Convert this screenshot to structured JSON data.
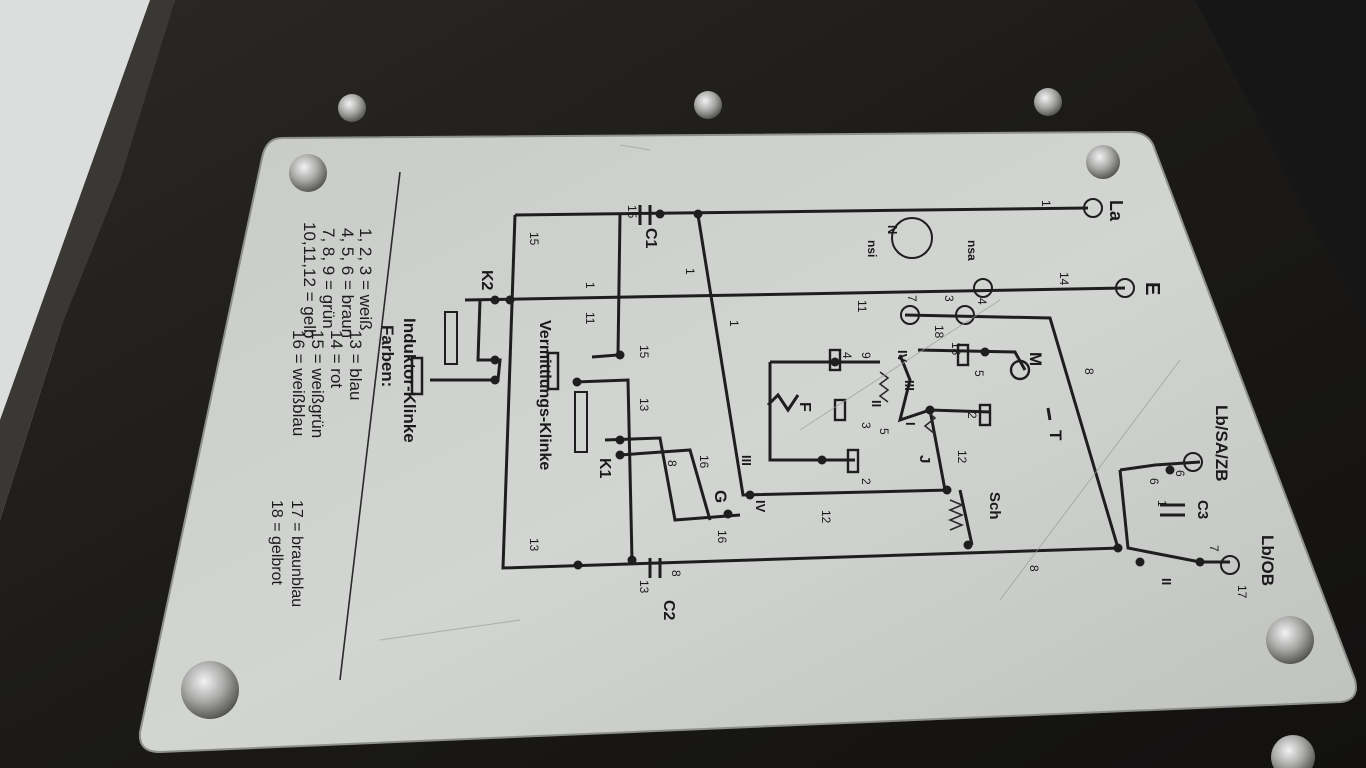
{
  "legend": {
    "left_col": [
      "1, 2, 3 = weiß",
      "4, 5, 6 = braun",
      "7, 8, 9 = grün",
      "10,11,12 = gelb"
    ],
    "title": "Farben:",
    "mid_col": [
      "13 = blau",
      "14 = rot",
      "15 = weißgrün",
      "16 = weißblau"
    ],
    "right_col": [
      "17 = braunblau",
      "18 = gelbrot"
    ]
  },
  "terminals": {
    "la": "La",
    "e": "E",
    "lb_sa_zb": "Lb/SA/ZB",
    "lb_ob": "Lb/OB"
  },
  "components": {
    "c1": "C1",
    "c2": "C2",
    "c3": "C3",
    "k1": "K1",
    "k2": "K2",
    "m": "M",
    "t": "T",
    "f": "F",
    "g": "G",
    "j": "J",
    "sch": "Sch",
    "nsa": "nsa",
    "nsi": "nsi",
    "n": "N"
  },
  "jacks": {
    "induktor": "Induktor-Klinke",
    "vermittlung": "Vermittlungs-Klinke"
  },
  "numbers": {
    "n1": "1",
    "n14": "14",
    "n15": "15",
    "n11": "11",
    "n13": "13",
    "n8": "8",
    "n16": "16",
    "n12": "12",
    "n18": "18",
    "n9": "9",
    "n5": "5",
    "n3": "3",
    "n2": "2",
    "n4": "4",
    "n6": "6",
    "n7": "7",
    "n17": "17"
  },
  "roman": {
    "r1": "I",
    "r2": "II",
    "r3": "III",
    "r4": "IV"
  }
}
